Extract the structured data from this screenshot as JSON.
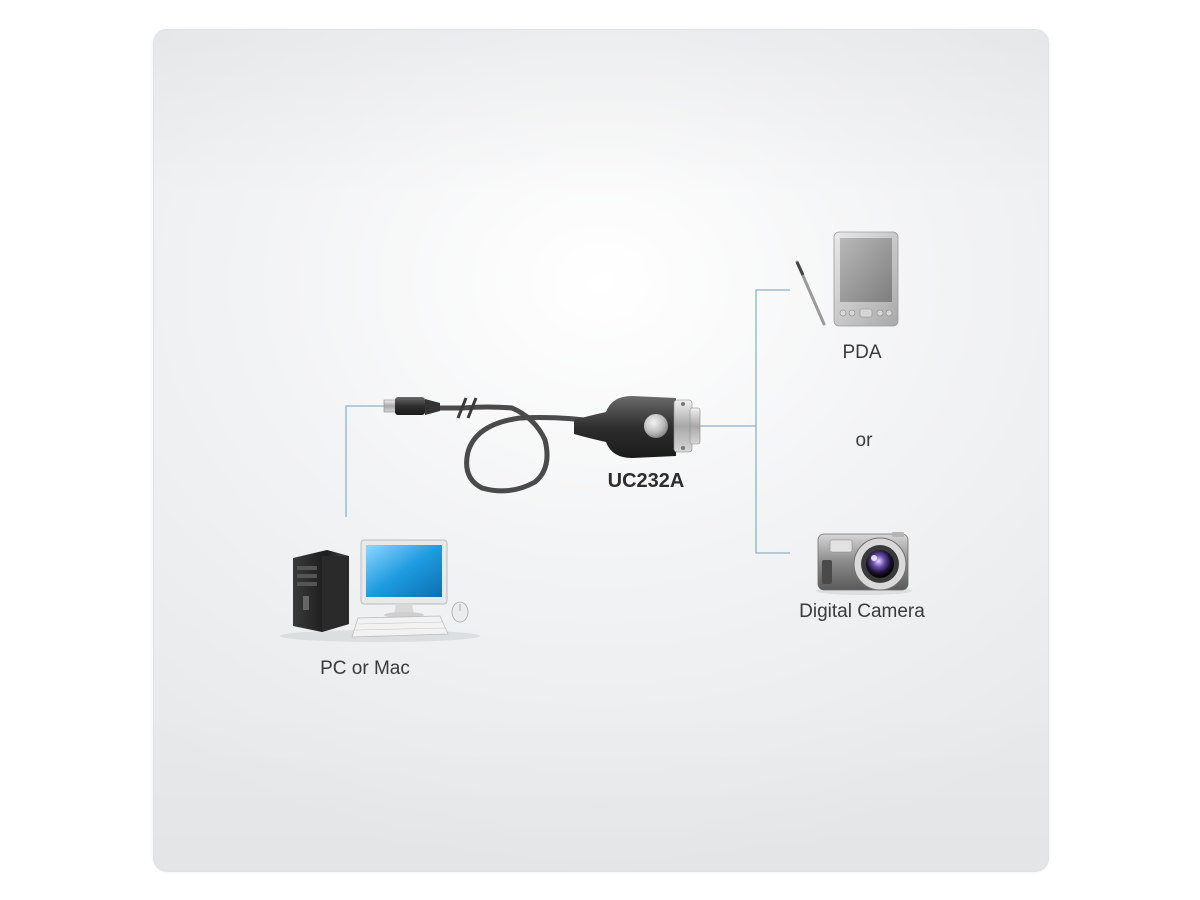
{
  "labels": {
    "adapter": "UC232A",
    "pc": "PC or Mac",
    "pda": "PDA",
    "or": "or",
    "camera": "Digital Camera"
  },
  "colors": {
    "connector_line": "#8fb3c4",
    "cable": "#4a4a4a",
    "monitor_screen": "#1e9be0"
  }
}
